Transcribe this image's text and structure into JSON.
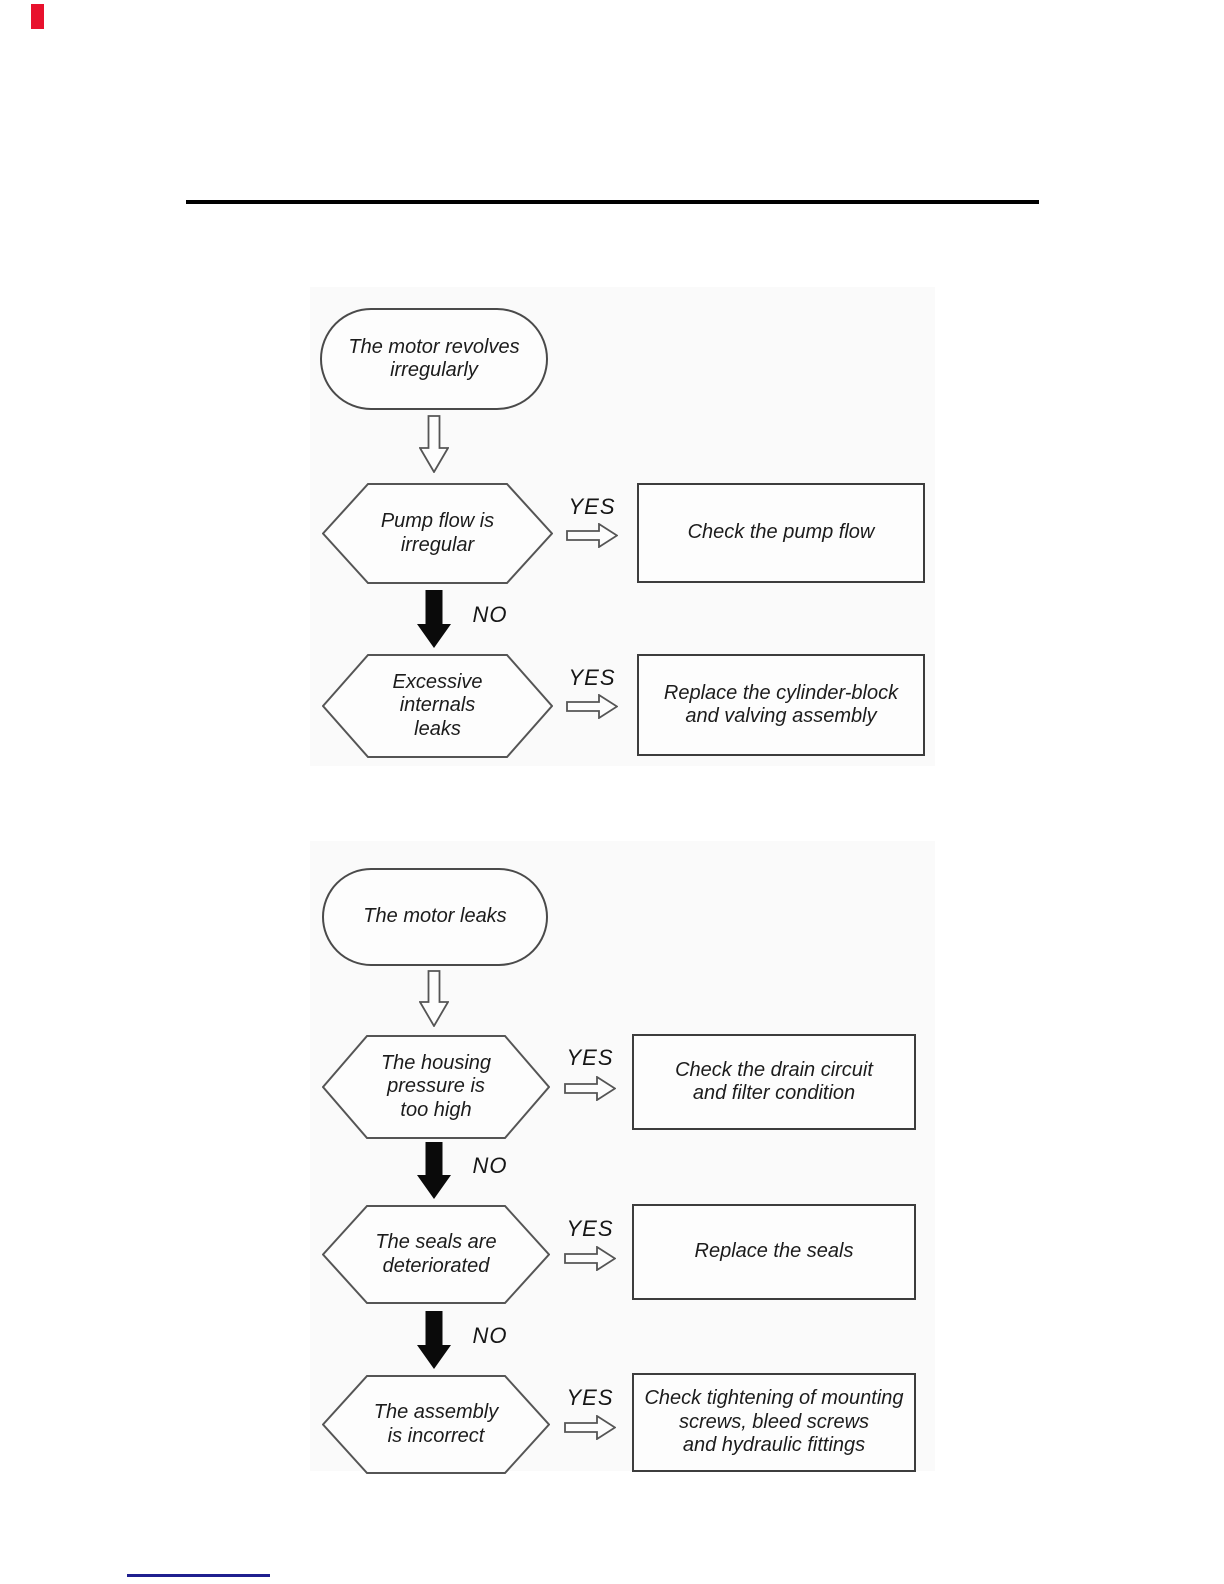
{
  "page": {
    "colors": {
      "red_marker": "#e8112d",
      "header_rule": "#000000",
      "footer_underline": "#1f1f8f",
      "chart_background": "#fafafa",
      "shape_border": "#555555",
      "text": "#1c1c1c"
    },
    "icons": [
      "flow-arrow-down-icon",
      "flow-arrow-down-no-icon",
      "flow-arrow-right-yes-icon"
    ]
  },
  "flowcharts": [
    {
      "name": "motor-revolves-irregularly",
      "start": "The motor revolves\nirregularly",
      "steps": [
        {
          "condition": "Pump flow is\nirregular",
          "yes": "YES",
          "no": "NO",
          "action": "Check the pump flow"
        },
        {
          "condition": "Excessive internals\nleaks",
          "yes": "YES",
          "action": "Replace the cylinder-block\nand valving assembly"
        }
      ]
    },
    {
      "name": "motor-leaks",
      "start": "The motor leaks",
      "steps": [
        {
          "condition": "The housing\npressure is\ntoo high",
          "yes": "YES",
          "no": "NO",
          "action": "Check the drain circuit\nand filter condition"
        },
        {
          "condition": "The seals are\ndeteriorated",
          "yes": "YES",
          "no": "NO",
          "action": "Replace the seals"
        },
        {
          "condition": "The assembly\nis incorrect",
          "yes": "YES",
          "action": "Check tightening of mounting\nscrews, bleed screws\nand hydraulic fittings"
        }
      ]
    }
  ]
}
